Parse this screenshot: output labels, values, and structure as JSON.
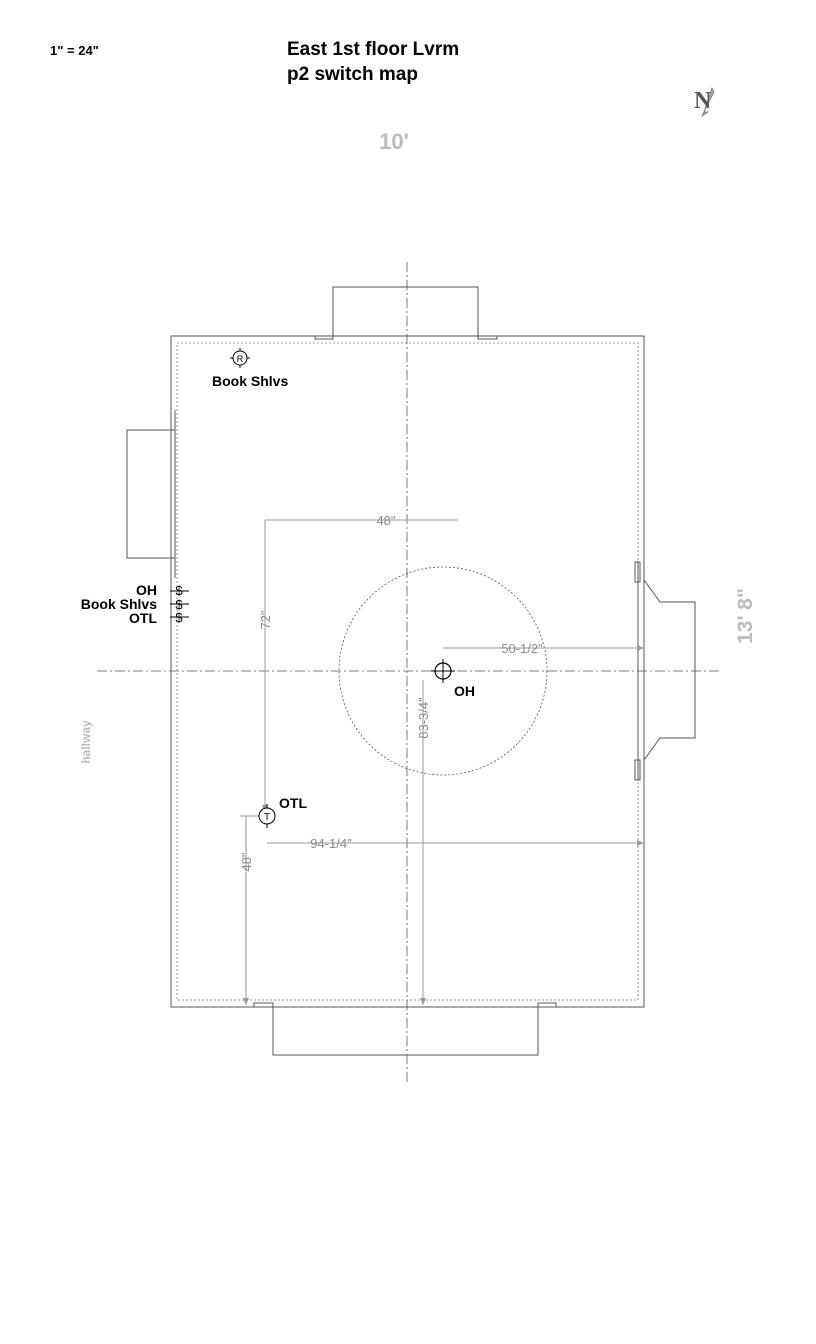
{
  "header": {
    "scale": "1\" = 24\"",
    "title_line1": "East 1st floor Lvrm",
    "title_line2": "p2 switch map",
    "north_letter": "N"
  },
  "room": {
    "width_label": "10'",
    "length_label": "13' 8\"",
    "hallway_label": "hallway"
  },
  "fixtures": {
    "bookshelves_label": "Book Shlvs",
    "bookshelves_symbol": "R",
    "overhead_label": "OH",
    "outlet_label": "OTL",
    "outlet_symbol": "T"
  },
  "switches": {
    "labels": [
      "OH",
      "Book Shlvs",
      "OTL"
    ],
    "symbol": "$"
  },
  "dimensions": {
    "top_48": "48\"",
    "left_72": "72\"",
    "oh_to_wall": "50-1/2\"",
    "oh_to_bottom": "83-3/4\"",
    "otl_to_wall": "94-1/4\"",
    "otl_to_bottom": "48\""
  },
  "colors": {
    "line": "#555555",
    "dim": "#8a8a8a",
    "big_label": "#bbbbbb"
  }
}
